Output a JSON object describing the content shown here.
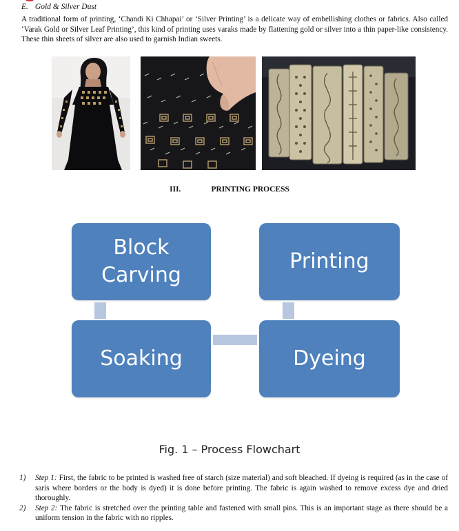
{
  "section_e": {
    "letter": "E.",
    "title": "Gold & Silver Dust",
    "paragraph": "A traditional form of printing, ‘Chandi Ki Chhapai’ or ‘Silver Printing’ is a delicate way of embellishing clothes or fabrics. Also called ‘Varak Gold or Silver Leaf Printing’, this kind of printing uses varaks made by flattening gold or silver into a thin paper-like consistency. These thin sheets of silver are also used to garnish Indian sweets."
  },
  "images": [
    {
      "name": "gold-printed-dress-photo"
    },
    {
      "name": "gold-printed-fabric-photo"
    },
    {
      "name": "carved-printing-blocks-photo"
    }
  ],
  "section_iii": {
    "number": "III.",
    "title": "PRINTING PROCESS"
  },
  "flowchart": {
    "steps": [
      "Block Carving",
      "Printing",
      "Soaking",
      "Dyeing"
    ],
    "box_color": "#4f81bd",
    "connector_color": "#b8c7e0"
  },
  "figure_caption": "Fig. 1 – Process Flowchart",
  "steps": [
    {
      "marker": "1)",
      "title": "Step 1:",
      "text": "First, the fabric to be printed is washed free of starch (size material) and soft bleached. If dyeing is required (as in the case of saris where borders or the body is dyed) it is done before printing. The fabric is again washed to remove excess dye and dried thoroughly."
    },
    {
      "marker": "2)",
      "title": "Step 2:",
      "text": "The fabric is stretched over the printing table and fastened with small pins. This is an important stage as there should be a uniform tension in the fabric with no ripples."
    }
  ]
}
